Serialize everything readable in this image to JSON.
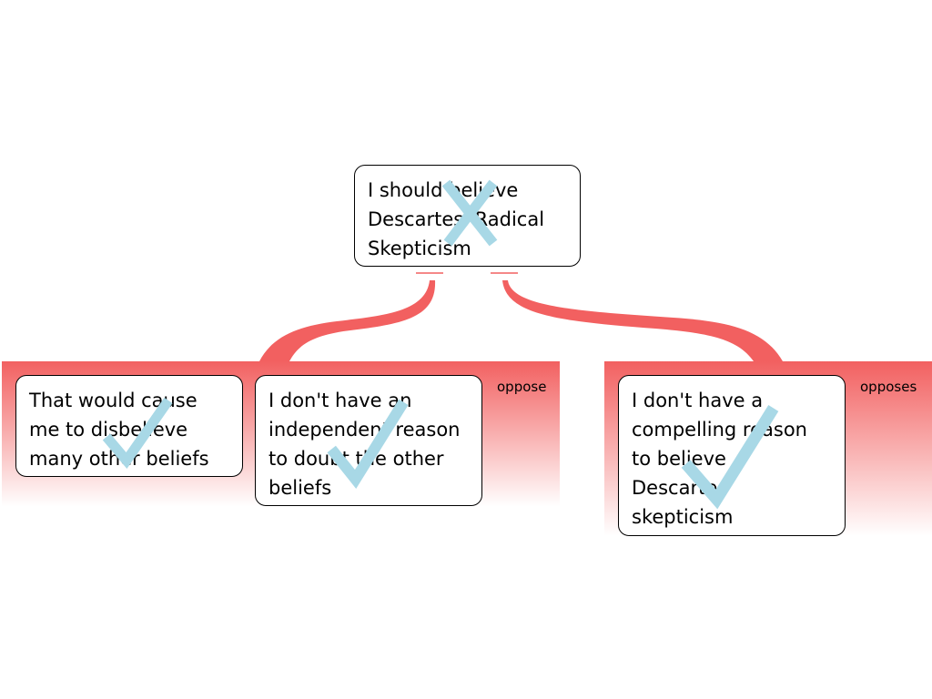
{
  "colors": {
    "relation": "#f26060",
    "mark": "#a8d8e6",
    "box_border": "#000000"
  },
  "root": {
    "text": "I should believe Descartes' Radical Skepticism",
    "status": "rejected",
    "mark_icon": "cross-icon"
  },
  "groups": [
    {
      "relation_label": "oppose",
      "reasons": [
        {
          "text": "That would cause me to disbelieve many other beliefs",
          "status": "accepted",
          "mark_icon": "check-icon"
        },
        {
          "text": "I don't have an independent reason to doubt the other beliefs",
          "status": "accepted",
          "mark_icon": "check-icon"
        }
      ]
    },
    {
      "relation_label": "opposes",
      "reasons": [
        {
          "text": "I don't have a compelling reason to believe Descartes' skepticism",
          "status": "accepted",
          "mark_icon": "check-icon"
        }
      ]
    }
  ]
}
